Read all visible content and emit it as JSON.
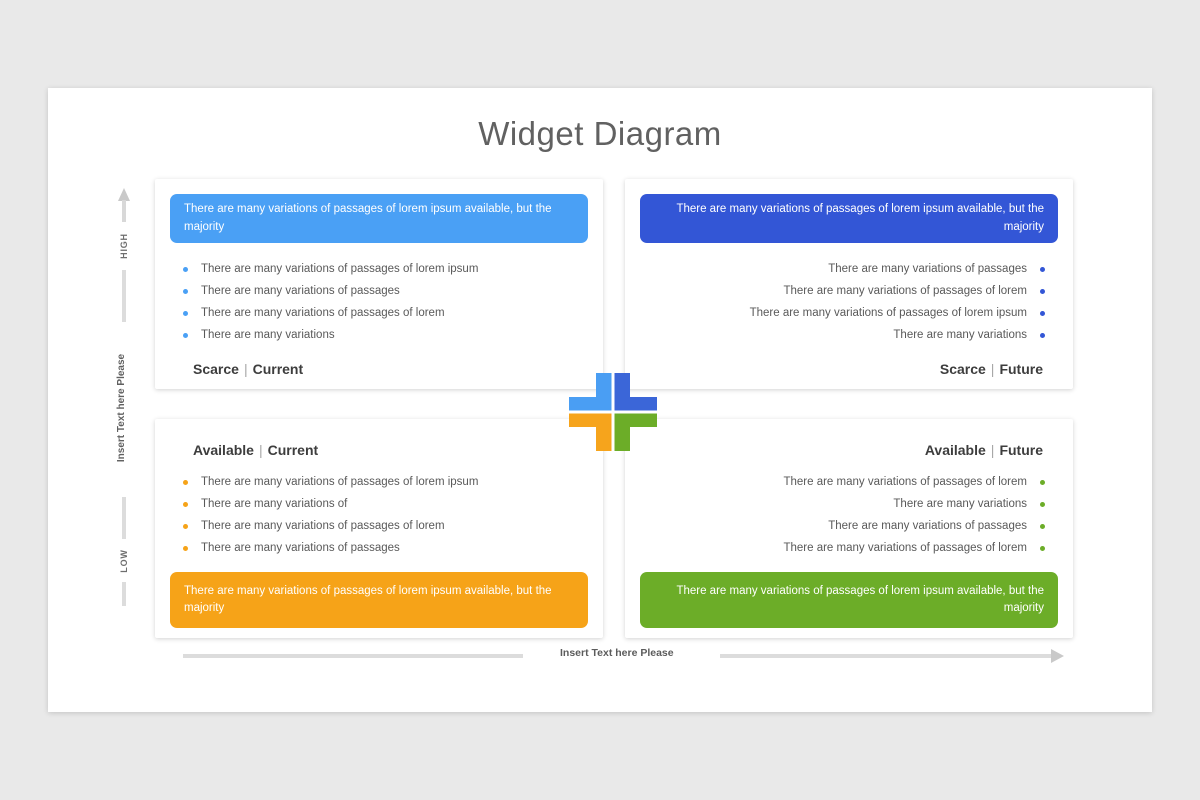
{
  "slide": {
    "title": "Widget Diagram"
  },
  "y_axis": {
    "top": "HIGH",
    "bottom": "LOW",
    "title": "Insert Text here Please"
  },
  "x_axis": {
    "title": "Insert Text here Please"
  },
  "label_separator": "|",
  "cross": {
    "tl": "#4a9ef3",
    "tr": "#3b66d8",
    "bl": "#f6a41c",
    "br": "#6cad28"
  },
  "quadrants": [
    {
      "id": "scarce-current",
      "accent": "#4aa0f5",
      "banner": "There are many variations of passages of lorem ipsum available, but the majority",
      "label_primary": "Scarce",
      "label_secondary": "Current",
      "bullets": [
        "There are many variations of passages of lorem ipsum",
        "There are many variations of passages",
        "There are many variations of passages of lorem",
        "There are many variations"
      ]
    },
    {
      "id": "scarce-future",
      "accent": "#3356d6",
      "banner": "There are many variations of passages of lorem ipsum available, but the majority",
      "label_primary": "Scarce",
      "label_secondary": "Future",
      "bullets": [
        "There are many variations of passages",
        "There are many variations of passages of lorem",
        "There are many variations of passages of lorem ipsum",
        "There are many variations"
      ]
    },
    {
      "id": "available-current",
      "accent": "#f6a318",
      "banner": "There are many variations of passages of lorem ipsum available, but the majority",
      "label_primary": "Available",
      "label_secondary": "Current",
      "bullets": [
        "There are many variations of passages of lorem ipsum",
        "There are many variations of",
        "There are many variations of passages of lorem",
        "There are many variations of passages"
      ]
    },
    {
      "id": "available-future",
      "accent": "#6cad28",
      "banner": "There are many variations of passages of lorem ipsum available, but the majority",
      "label_primary": "Available",
      "label_secondary": "Future",
      "bullets": [
        "There are many variations of passages of lorem",
        "There are many variations",
        "There are many variations of passages",
        "There are many variations of passages of lorem"
      ]
    }
  ]
}
